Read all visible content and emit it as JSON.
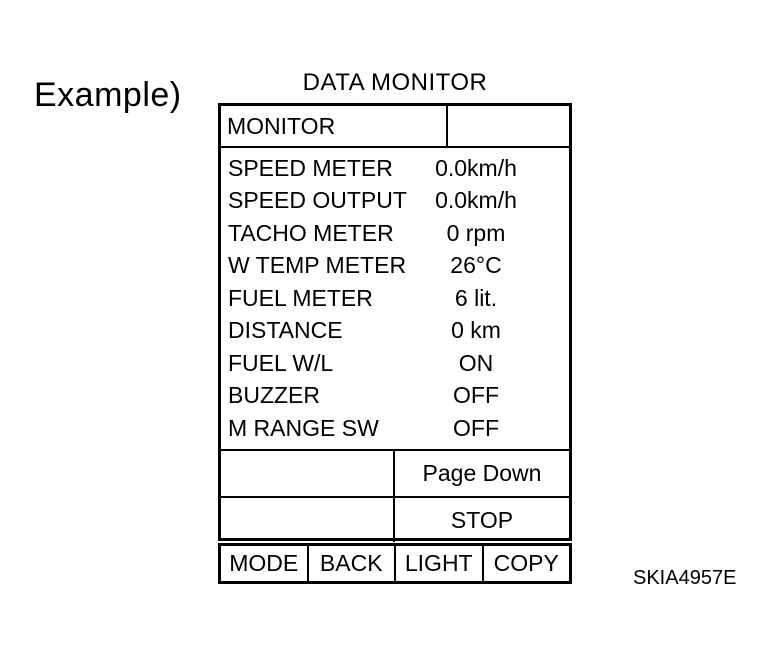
{
  "example_label": "Example)",
  "title": "DATA MONITOR",
  "panel": {
    "header_label": "MONITOR",
    "rows": [
      {
        "label": "SPEED METER",
        "value": "0.0km/h"
      },
      {
        "label": "SPEED OUTPUT",
        "value": "0.0km/h"
      },
      {
        "label": "TACHO METER",
        "value": "0 rpm"
      },
      {
        "label": "W TEMP METER",
        "value": "26°C"
      },
      {
        "label": "FUEL METER",
        "value": "6 lit."
      },
      {
        "label": "DISTANCE",
        "value": "0 km"
      },
      {
        "label": "FUEL W/L",
        "value": "ON"
      },
      {
        "label": "BUZZER",
        "value": "OFF"
      },
      {
        "label": "M RANGE SW",
        "value": "OFF"
      }
    ],
    "page_down_label": "Page Down",
    "stop_label": "STOP",
    "function_keys": [
      "MODE",
      "BACK",
      "LIGHT",
      "COPY"
    ]
  },
  "figure_code": "SKIA4957E",
  "colors": {
    "line": "#000000",
    "background": "#ffffff"
  }
}
